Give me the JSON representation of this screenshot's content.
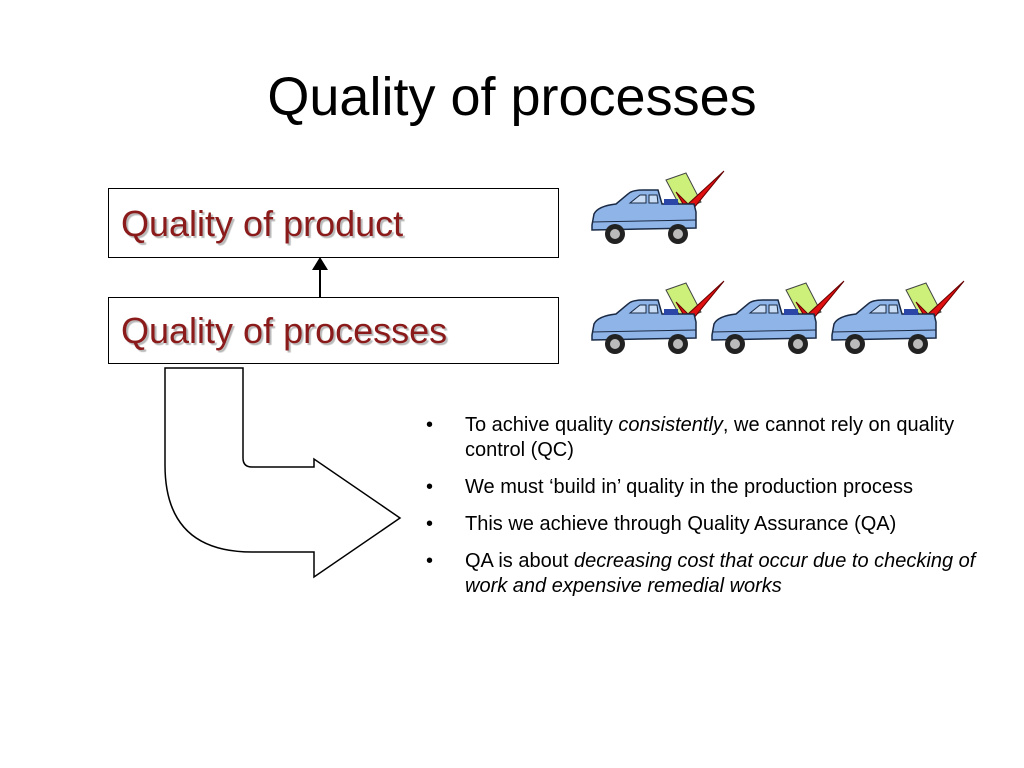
{
  "slide": {
    "title": "Quality of processes"
  },
  "diagram": {
    "top_box_label": "Quality of product",
    "bottom_box_label": "Quality of processes"
  },
  "bullets": [
    {
      "before": "To achive quality ",
      "emphasis": "consistently",
      "after": ", we cannot rely on quality control (QC)"
    },
    {
      "before": "We must ‘build in’ quality in the production process",
      "emphasis": "",
      "after": ""
    },
    {
      "before": "This we achieve through Quality Assurance (QA)",
      "emphasis": "",
      "after": ""
    },
    {
      "before": "QA is about ",
      "emphasis": "decreasing cost that occur due to checking of work and expensive remedial works",
      "after": ""
    }
  ],
  "bullet_symbol": "•",
  "icons": {
    "car": "pickup-truck-icon",
    "check": "checkmark-tag-icon"
  },
  "colors": {
    "box_text": "#8b1a1a",
    "car_body": "#8fb4e8",
    "check_mark": "#e01010",
    "tag": "#ccf07a"
  }
}
